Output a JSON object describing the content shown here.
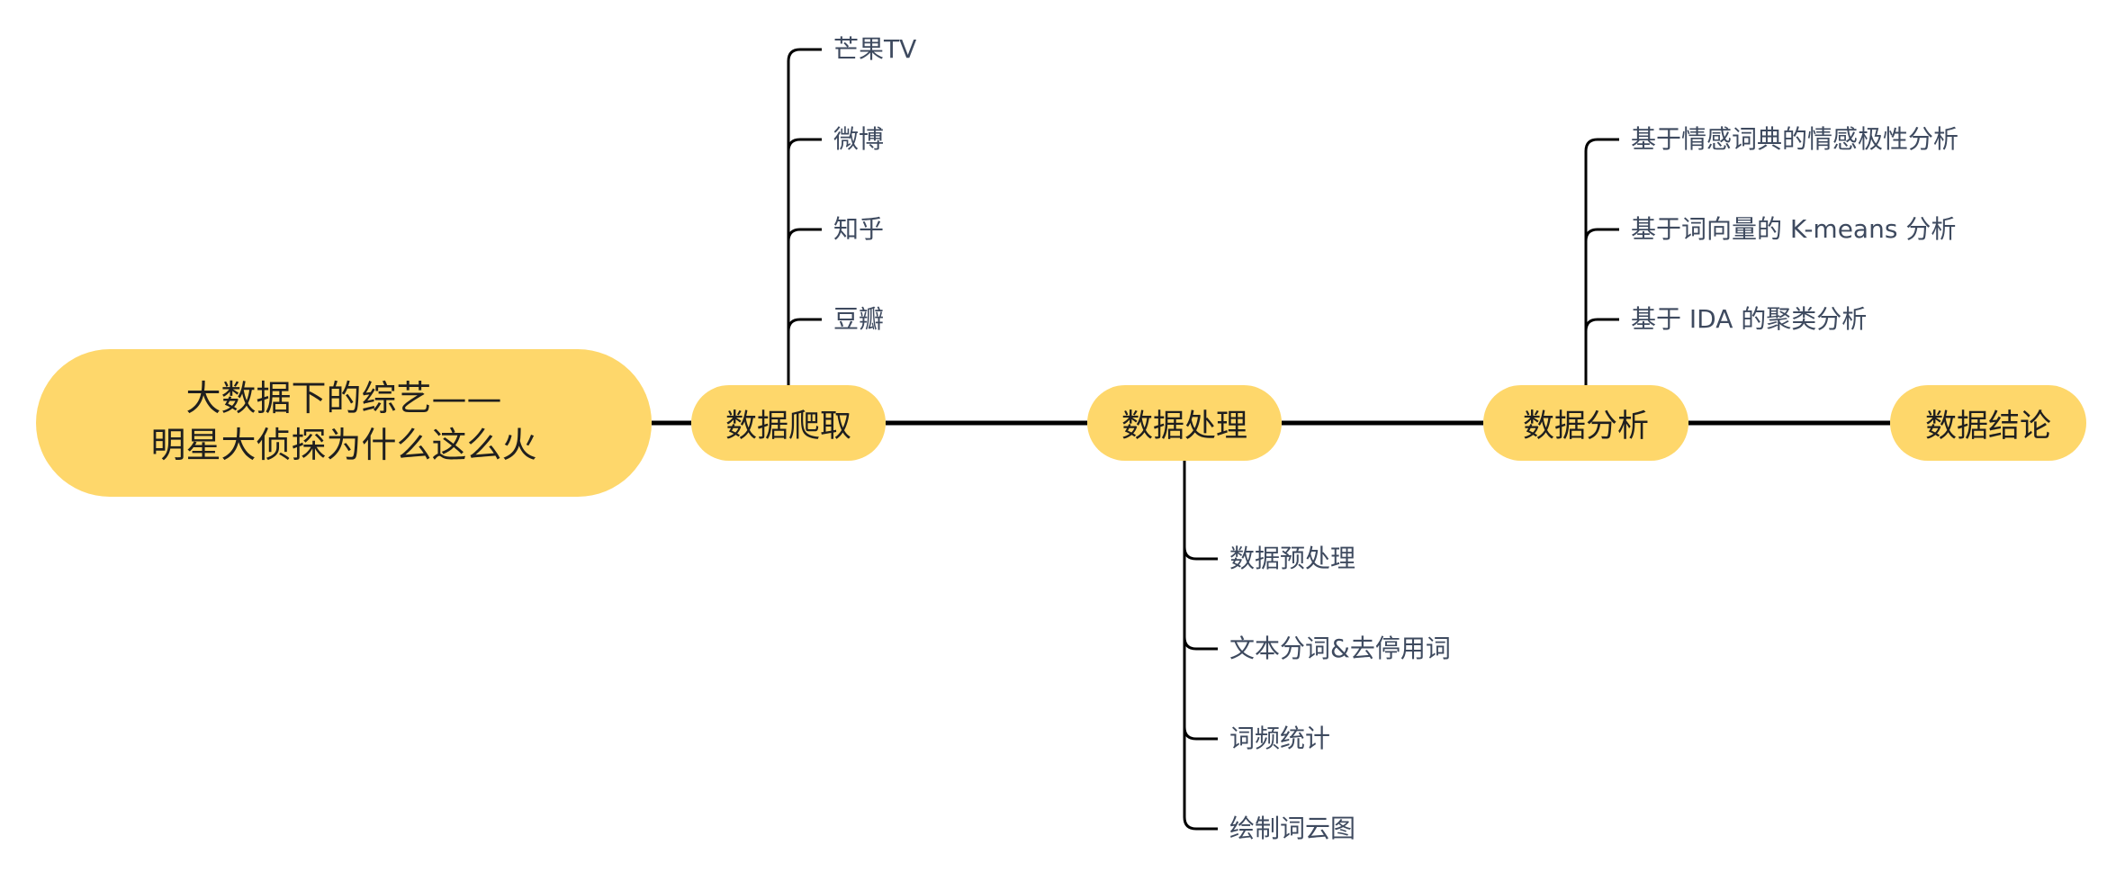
{
  "diagram": {
    "root": {
      "line1": "大数据下的综艺——",
      "line2": "明星大侦探为什么这么火"
    },
    "branches": [
      {
        "label": "数据爬取",
        "children": [
          "芒果TV",
          "微博",
          "知乎",
          "豆瓣"
        ]
      },
      {
        "label": "数据处理",
        "children": [
          "数据预处理",
          "文本分词&去停用词",
          "词频统计",
          "绘制词云图"
        ]
      },
      {
        "label": "数据分析",
        "children": [
          "基于情感词典的情感极性分析",
          "基于词向量的 K-means 分析",
          "基于 IDA 的聚类分析"
        ]
      },
      {
        "label": "数据结论",
        "children": []
      }
    ],
    "colors": {
      "node_fill": "#FED76B",
      "line": "#000000",
      "leaf_text": "#3E4A5F",
      "node_text": "#1F1F1F"
    }
  }
}
